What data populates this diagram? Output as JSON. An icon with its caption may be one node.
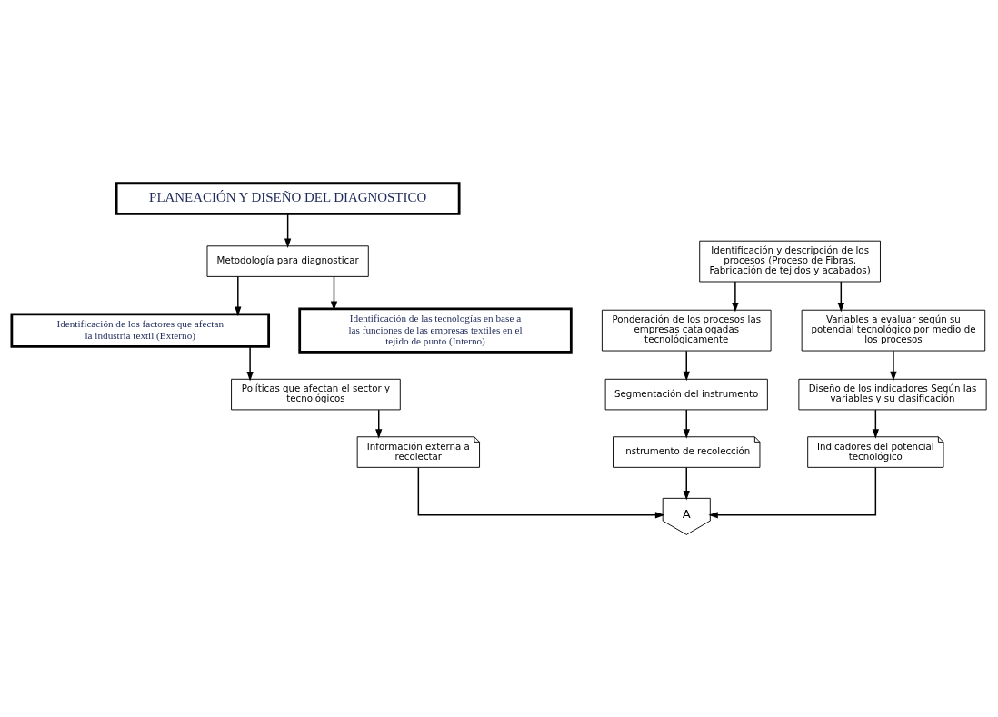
{
  "diagram": {
    "nodes": [
      {
        "text": [
          "PLANEACIÓN Y DISEÑO DEL DIAGNOSTICO"
        ]
      },
      {
        "text": [
          "Metodología para diagnosticar"
        ]
      },
      {
        "text": [
          "Identificación de los factores que afectan la industria textil (Externo)"
        ]
      },
      {
        "text": [
          "Identificación de las tecnologías en base a las funciones de las empresas textiles en el tejido de punto (Interno)"
        ]
      },
      {
        "text": [
          "Políticas que afectan el sector y tecnológicos"
        ]
      },
      {
        "text": [
          "Identificación y descripción de los procesos (Proceso de Fibras, Fabricación de tejidos y acabados)"
        ]
      },
      {
        "text": [
          "Ponderación de los procesos las empresas catalogadas tecnológicamente"
        ]
      },
      {
        "text": [
          "Variables a evaluar según su potencial tecnológico por medio de los procesos"
        ]
      },
      {
        "text": [
          "Segmentación del instrumento"
        ]
      },
      {
        "text": [
          "Diseño de los indicadores Según las variables y su clasificación"
        ]
      },
      {
        "text": [
          "Información externa a recolectar"
        ]
      },
      {
        "text": [
          "Instrumento de recolección"
        ]
      },
      {
        "text": [
          "Indicadores del potencial tecnológico"
        ]
      },
      {
        "text": [
          "A"
        ]
      }
    ],
    "edges": [
      {
        "from": 0,
        "to": 1,
        "arrow": "to"
      },
      {
        "from": 1,
        "to": 2,
        "arrow": "to"
      },
      {
        "from": 1,
        "to": 3,
        "arrow": "to"
      },
      {
        "from": 2,
        "to": 4,
        "arrow": "to"
      },
      {
        "from": 5,
        "to": 6,
        "arrow": "to"
      },
      {
        "from": 5,
        "to": 7,
        "arrow": "to"
      },
      {
        "from": 6,
        "to": 8,
        "arrow": "to"
      },
      {
        "from": 7,
        "to": 9,
        "arrow": "to"
      },
      {
        "from": 4,
        "to": 10,
        "arrow": "to"
      },
      {
        "from": 8,
        "to": 11,
        "arrow": "to"
      },
      {
        "from": 9,
        "to": 12,
        "arrow": "to"
      },
      {
        "from": 10,
        "to": 13,
        "arrow": "to"
      },
      {
        "from": 11,
        "to": 13,
        "arrow": "to"
      },
      {
        "from": 12,
        "to": 13,
        "arrow": "to"
      }
    ]
  }
}
